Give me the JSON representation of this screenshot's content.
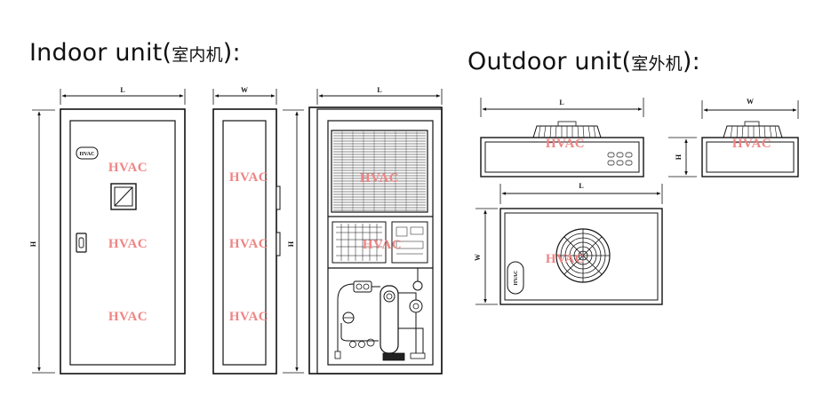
{
  "titles": {
    "indoor_prefix": "Indoor unit(",
    "indoor_cn": "室内机",
    "indoor_suffix": "):",
    "outdoor_prefix": "Outdoor unit(",
    "outdoor_cn": "室外机",
    "outdoor_suffix": "):"
  },
  "dimensions": {
    "length": "L",
    "width": "W",
    "height": "H"
  },
  "watermark": "HVAC",
  "badge": "HVAC",
  "colors": {
    "line": "#111111",
    "watermark": "#ef8585",
    "background": "#ffffff"
  }
}
